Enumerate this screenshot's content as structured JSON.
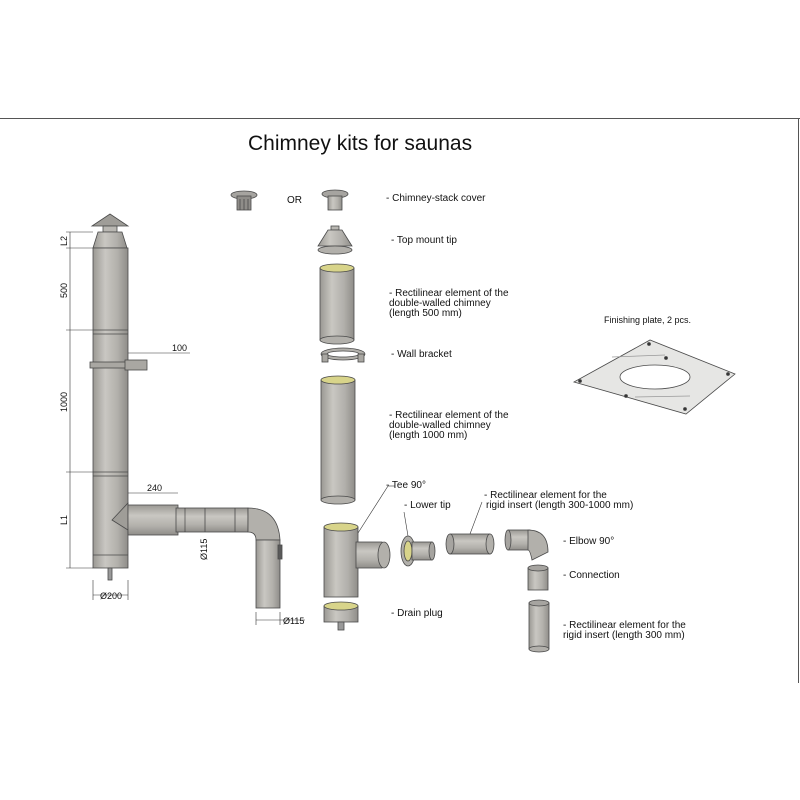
{
  "title": "Chimney kits for saunas",
  "or_label": "OR",
  "labels": {
    "chimney_stack_cover": "- Chimney-stack cover",
    "top_mount_tip": "- Top mount tip",
    "rect_500_line1": "- Rectilinear element of the",
    "rect_500_line2": "double-walled chimney",
    "rect_500_line3": "(length 500 mm)",
    "wall_bracket": "- Wall bracket",
    "rect_1000_line1": "- Rectilinear element of the",
    "rect_1000_line2": "double-walled chimney",
    "rect_1000_line3": "(length 1000 mm)",
    "tee": "- Tee 90°",
    "lower_tip": "- Lower tip",
    "rigid_long_line1": "- Rectilinear element for the",
    "rigid_long_line2": "rigid insert (length 300-1000 mm)",
    "elbow": "- Elbow 90°",
    "connection": "- Connection",
    "drain_plug": "- Drain plug",
    "rigid_300_line1": "- Rectilinear element for the",
    "rigid_300_line2": "rigid insert (length 300 mm)",
    "finishing_plate": "Finishing plate, 2 pcs."
  },
  "dimensions": {
    "l2": "L2",
    "h500": "500",
    "h1000": "1000",
    "l1": "L1",
    "bracket_100": "100",
    "offset_240": "240",
    "dia_115_vertical": "Ø115",
    "dia_200": "Ø200",
    "dia_115_bottom": "Ø115"
  },
  "colors": {
    "pipe_fill": "#b4b2ad",
    "pipe_dark": "#8e8c88",
    "outline": "#4a4a4a",
    "insulation": "#d8d48a",
    "plate": "#e6e6e4"
  }
}
